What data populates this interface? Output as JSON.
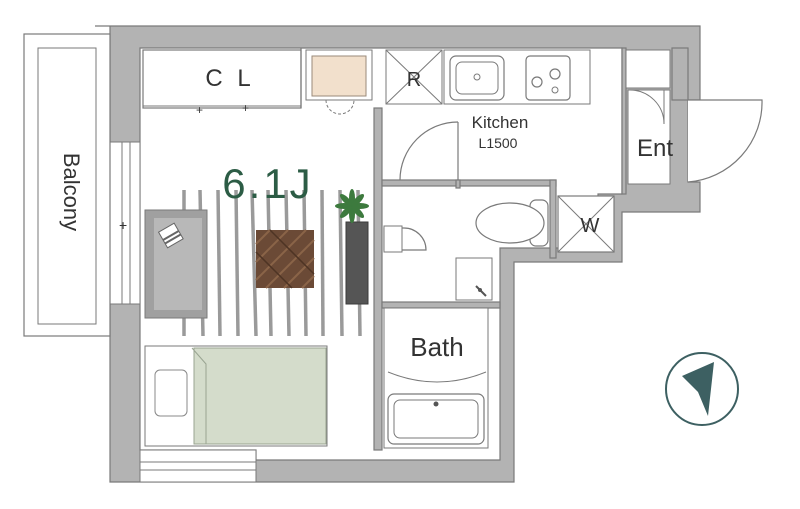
{
  "rooms": {
    "closet": "C L",
    "living": "6.1J",
    "kitchen": "Kitchen",
    "kitchen_size": "L1500",
    "entrance": "Ent",
    "bath": "Bath",
    "balcony": "Balcony"
  },
  "fixtures": {
    "fridge": "R",
    "washer": "W"
  },
  "colors": {
    "wall": "#b3b3b3",
    "wall_stroke": "#7a7a7a",
    "living_text": "#2c5c45",
    "rug_stripe": "#9a9a9a",
    "table": "#6b4a36",
    "bed_cover": "#d4dccb",
    "sofa": "#a0a0a0",
    "compass": "#3d6062"
  },
  "icons": [
    "compass-north-arrow-icon",
    "plant-icon",
    "cushion-icon",
    "pillow-icon"
  ]
}
